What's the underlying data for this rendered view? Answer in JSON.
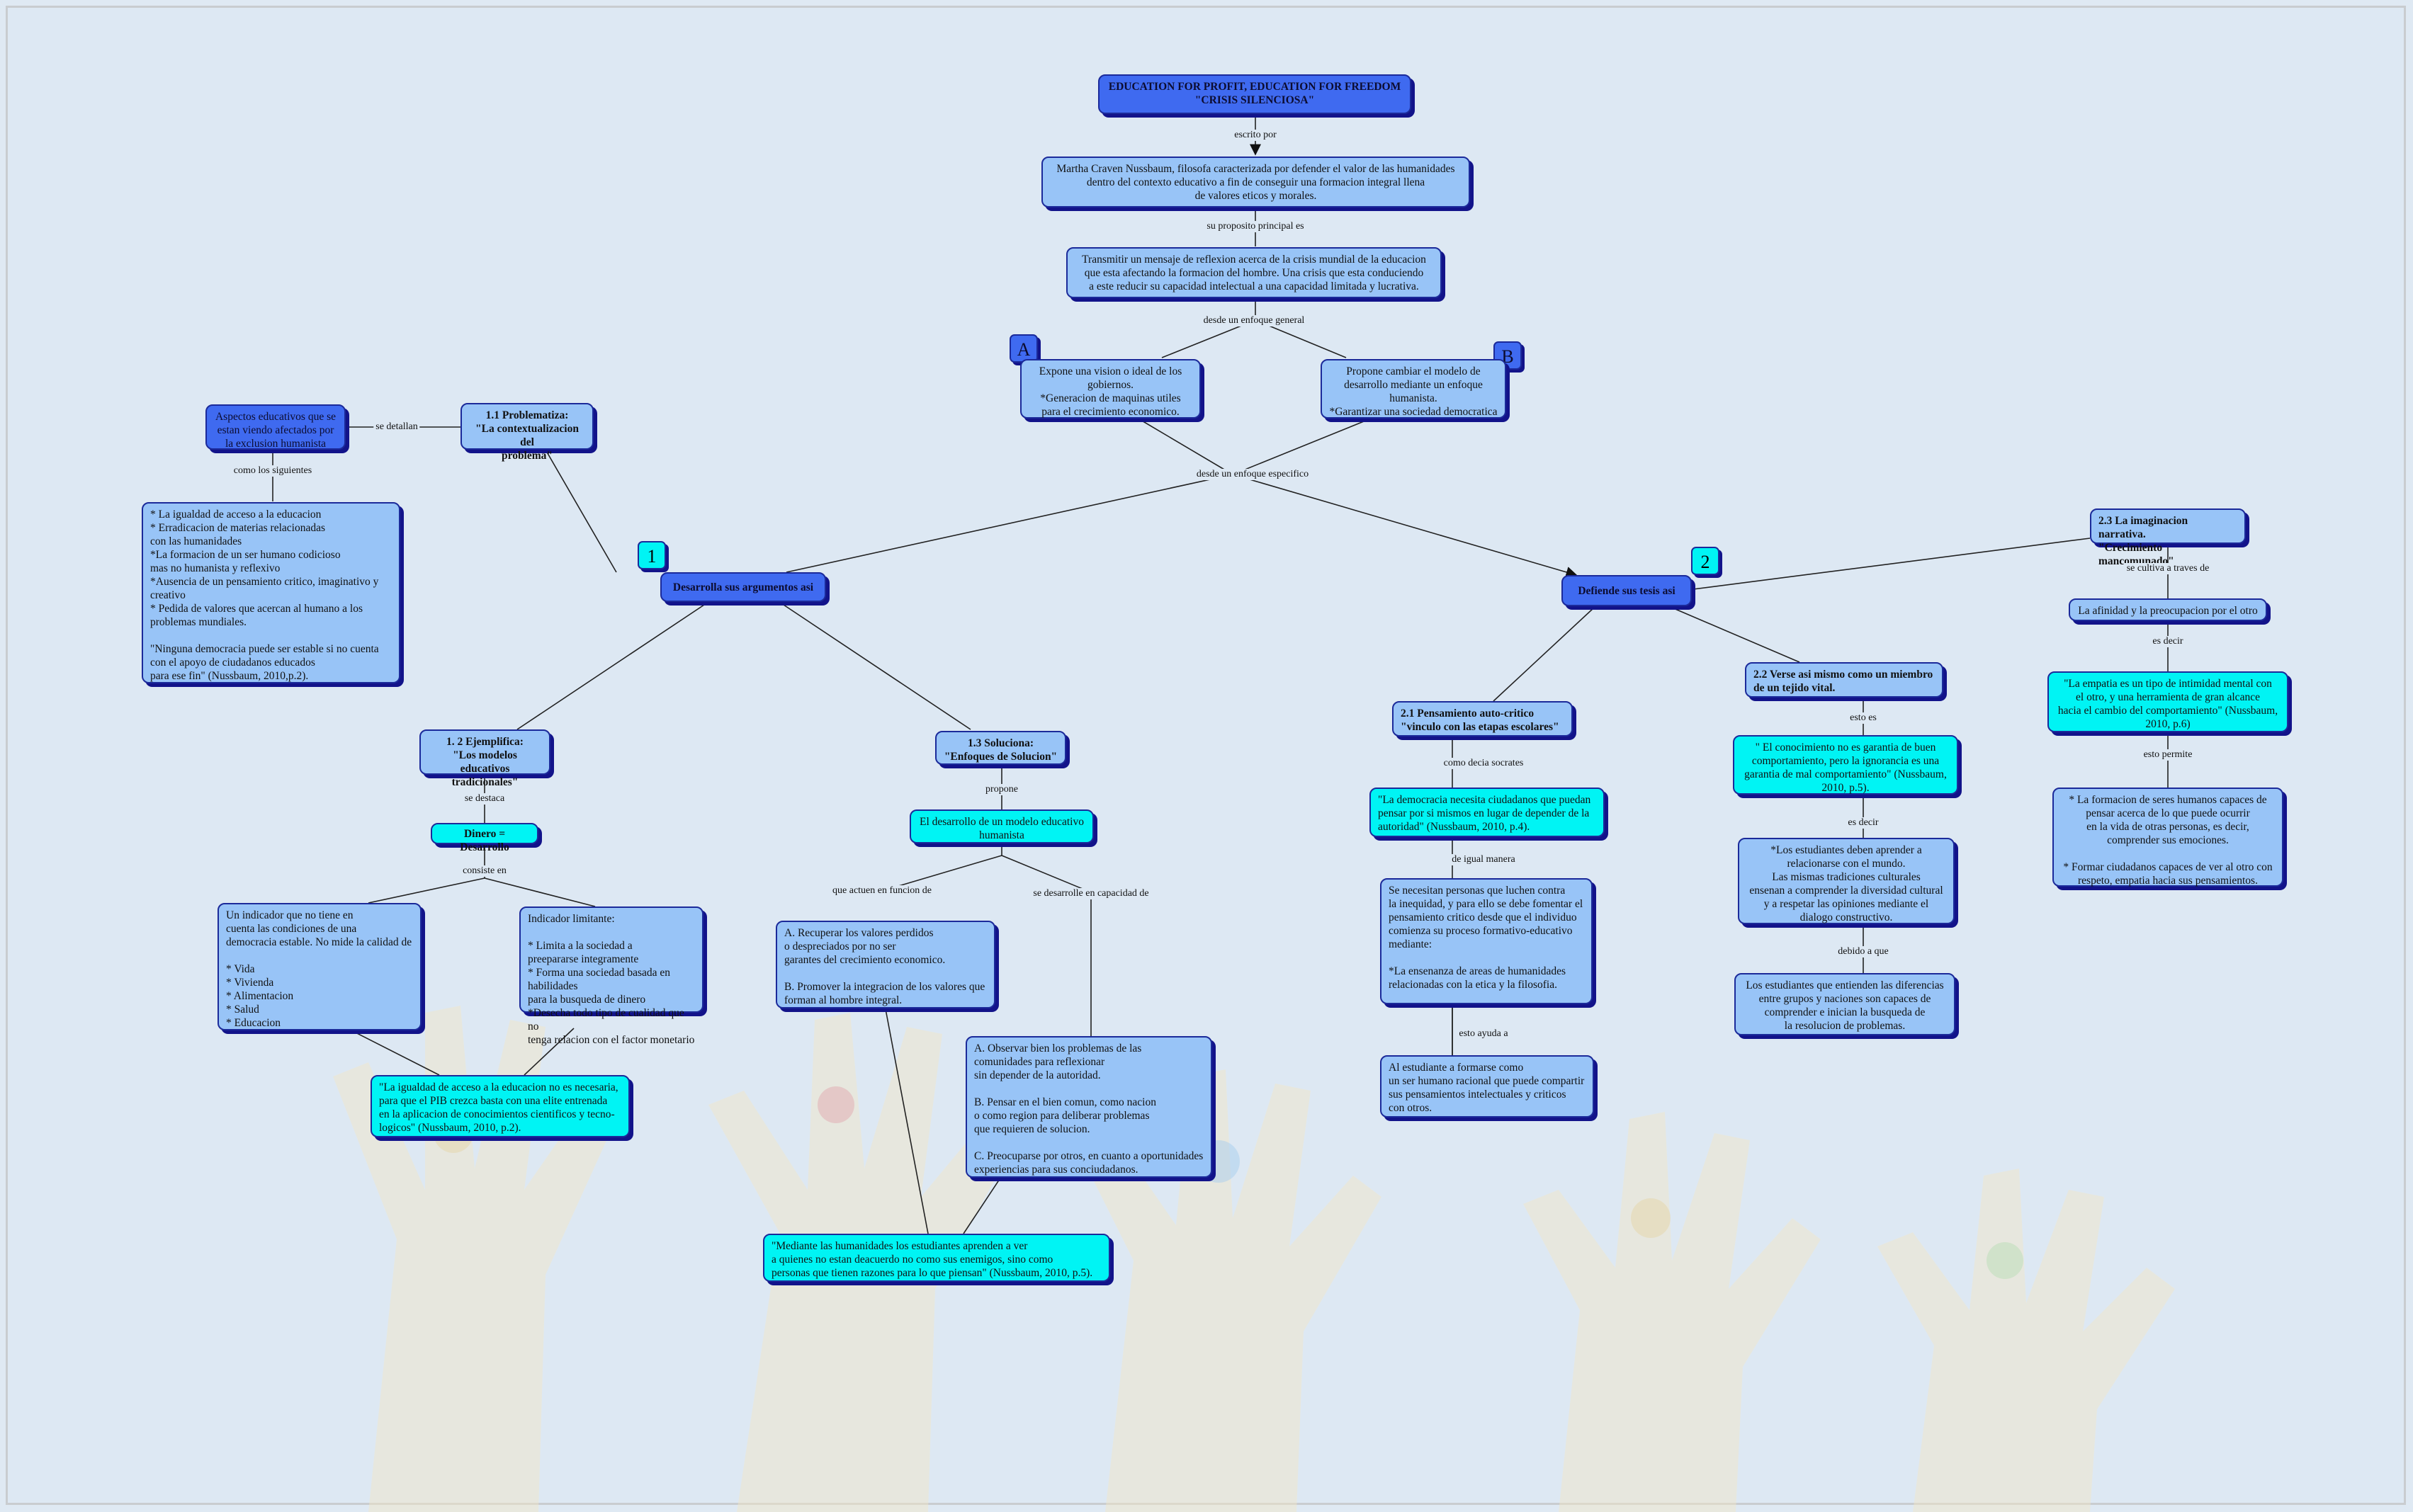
{
  "colors": {
    "dark_node": "#3f6af0",
    "light_node": "#98c4f7",
    "cyan_node": "#00f4f4",
    "border": "#1b2a9a",
    "background": "#dde8f3"
  },
  "nodes": {
    "title": "EDUCATION FOR PROFIT, EDUCATION FOR FREEDOM\n\"CRISIS SILENCIOSA\"",
    "author": "Martha Craven Nussbaum, filosofa caracterizada por defender el valor de las humanidades\ndentro del contexto educativo a fin de conseguir una formacion integral llena\nde valores eticos y morales.",
    "purpose": "Transmitir un mensaje de reflexion acerca de la crisis mundial de la educacion\nque esta afectando la formacion del hombre. Una crisis que esta conduciendo\na este reducir su capacidad intelectual a una capacidad limitada y lucrativa.",
    "vision_a": "Expone una vision o ideal de los\ngobiernos.\n*Generacion de maquinas utiles\npara el crecimiento economico.",
    "vision_b": "Propone cambiar el modelo de\ndesarrollo mediante un enfoque\nhumanista.\n*Garantizar una sociedad democratica",
    "aspects": "Aspectos educativos que se\nestan viendo afectados por\nla exclusion humanista",
    "problem": "1.1 Problematiza:\n\"La contextualizacion del\nproblema\"",
    "aspects_list": "* La igualdad de acceso a la educacion\n* Erradicacion de materias relacionadas\ncon las humanidades\n*La formacion de un ser humano codicioso\nmas no humanista y reflexivo\n*Ausencia de un pensamiento critico, imaginativo y\ncreativo\n* Pedida de valores que acercan al humano a los\nproblemas mundiales.\n\n\"Ninguna democracia  puede ser estable si no cuenta\ncon el apoyo de ciudadanos educados\npara ese fin\" (Nussbaum, 2010,p.2).",
    "develops": "Desarrolla sus argumentos asi",
    "defends": "Defiende sus tesis asi",
    "exemplifies": "1. 2 Ejemplifica:\n\"Los modelos educativos\ntradicionales\"",
    "money": "Dinero = Desarrollo",
    "indicator1": "Un indicador que no tiene en\ncuenta las condiciones de una\ndemocracia estable. No mide la calidad de\n\n* Vida\n* Vivienda\n* Alimentacion\n* Salud\n* Educacion",
    "indicator2": "Indicador limitante:\n\n* Limita a la sociedad a\npreepararse integramente\n* Forma una sociedad basada en habilidades\npara la busqueda de dinero\n*Desecha todo tipo de cualidad que no\ntenga relacion con el factor monetario",
    "quote_gdp": "\"La igualdad de acceso a la educacion no es necesaria,\n para que el PIB crezca basta con una elite entrenada\nen la aplicacion de conocimientos cientificos y tecno-\nlogicos\" (Nussbaum, 2010, p.2).",
    "solves": "1.3 Soluciona:\n\"Enfoques de Solucion\"",
    "model": "El desarrollo de un modelo educativo\nhumanista",
    "recover": "A. Recuperar los valores perdidos\no despreciados por no ser\ngarantes del crecimiento economico.\n\nB. Promover la integracion de los valores que\nforman al hombre integral.",
    "observe": "A. Observar bien los problemas de las\ncomunidades para reflexionar\nsin depender de la autoridad.\n\nB. Pensar en el bien comun, como nacion\no como region para deliberar problemas\nque requieren de solucion.\n\nC. Preocuparse por otros, en cuanto a oportunidades\nexperiencias para sus conciudadanos.",
    "quote_humanities": "\"Mediante las humanidades los estudiantes aprenden a ver\na quienes no estan deacuerdo no como sus enemigos, sino como\npersonas que tienen razones para lo que piensan\" (Nussbaum, 2010, p.5).",
    "self_critical": "2.1 Pensamiento auto-critico\n\"vinculo con las etapas escolares\"",
    "quote_democracy": "\"La democracia necesita ciudadanos que puedan\npensar por si mismos en lugar de depender de la\nautoridad\" (Nussbaum, 2010, p.4).",
    "people_fight": "Se necesitan personas que luchen contra\nla inequidad, y para ello se debe fomentar el\npensamiento critico desde que el individuo\ncomienza su proceso formativo-educativo\nmediante:\n\n*La ensenanza de areas de humanidades\nrelacionadas con la etica y la filosofia.",
    "student_rational": "Al estudiante a formarse como\nun ser humano racional que puede compartir\nsus pensamientos intelectuales y criticos\ncon otros.",
    "self_member": "2.2 Verse asi mismo como un miembro\nde un tejido vital.",
    "quote_knowledge": "\" El conocimiento no es garantia de buen\ncomportamiento, pero la ignorancia es una\ngarantia de mal comportamiento\" (Nussbaum,\n2010, p.5).",
    "students_relate": "*Los estudiantes deben aprender a\nrelacionarse con el mundo.\nLas mismas tradiciones culturales\nensenan a comprender la diversidad cultural\ny a respetar las opiniones mediante el\ndialogo constructivo.",
    "students_understand": "Los estudiantes que entienden las diferencias\nentre grupos y naciones son capaces de\ncomprender e inician la busqueda de\nla resolucion de problemas.",
    "imagination": "2.3 La imaginacion narrativa.\n\"Crecimiento mancomunado\"",
    "affinity": "La afinidad y la preocupacion por el otro",
    "quote_empathy": "\"La empatia es un tipo de intimidad mental con\nel otro, y una herramienta de gran alcance\nhacia el cambio del comportamiento\" (Nussbaum,\n2010, p.6)",
    "form_citizens": "* La formacion de seres humanos capaces de\npensar acerca de lo que puede ocurrir\nen la vida de otras personas, es decir,\ncomprender sus emociones.\n\n* Formar ciudadanos capaces de ver al otro con\nrespeto, empatia hacia sus pensamientos."
  },
  "labels": {
    "written_by": "escrito por",
    "main_purpose": "su proposito principal es",
    "general_approach": "desde un enfoque general",
    "specific_approach": "desde un enfoque especifico",
    "detailed": "se detallan",
    "such_as": "como los siguientes",
    "stands_out": "se destaca",
    "consists_in": "consiste en",
    "proposes": "propone",
    "act_function": "que actuen en funcion de",
    "develop_capacity": "se desarrolle en capacidad de",
    "as_socrates": "como decia socrates",
    "likewise": "de igual manera",
    "helps": "esto ayuda a",
    "this_is": "esto es",
    "that_is": "es decir",
    "due_to": "debido a que",
    "cultivated": "se cultiva a traves de",
    "that_is2": "es decir",
    "allows": "esto permite"
  },
  "badges": {
    "a": "A",
    "b": "B",
    "one": "1",
    "two": "2"
  }
}
